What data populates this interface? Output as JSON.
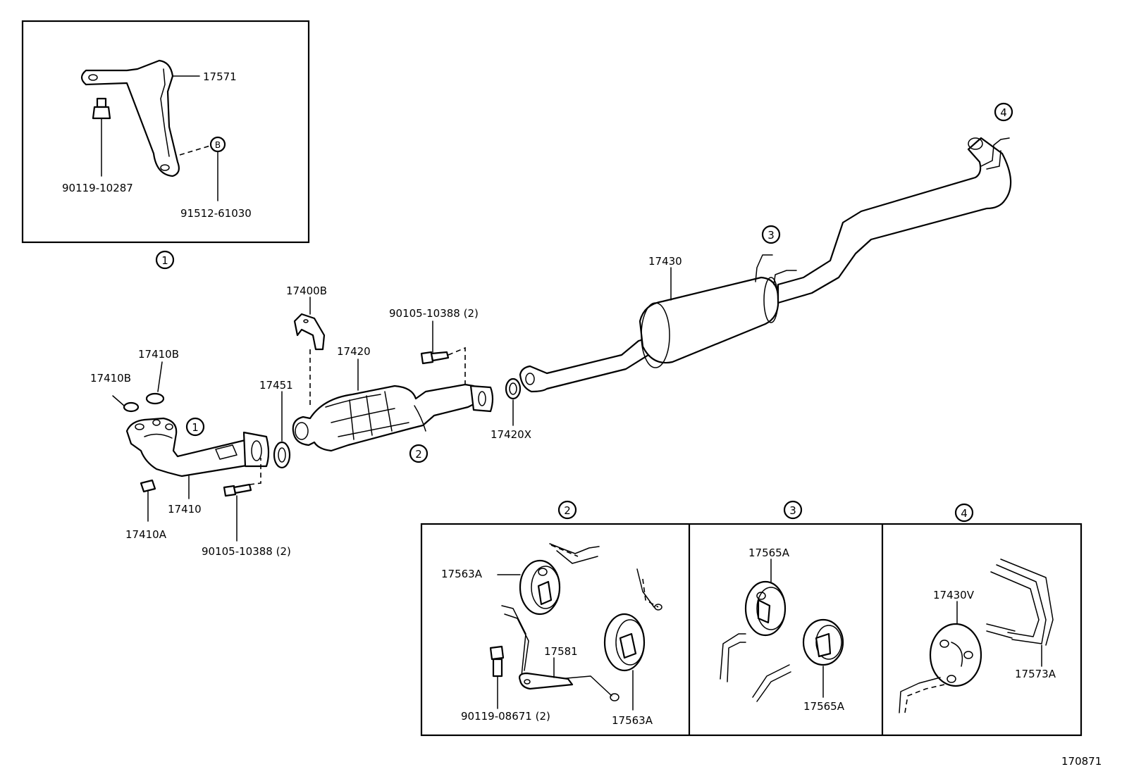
{
  "parts": {
    "p17571": "17571",
    "p90119_10287": "90119-10287",
    "p91512_61030": "91512-61030",
    "pB": "B",
    "p17400B": "17400B",
    "p17410B_a": "17410B",
    "p17410B_b": "17410B",
    "p17451": "17451",
    "p17420": "17420",
    "p90105_10388_top": "90105-10388 (2)",
    "p17430": "17430",
    "p17420X": "17420X",
    "p17410": "17410",
    "p17410A": "17410A",
    "p90105_10388_bot": "90105-10388 (2)",
    "p17563A_a": "17563A",
    "p17581": "17581",
    "p90119_08671": "90119-08671 (2)",
    "p17563A_b": "17563A",
    "p17565A_a": "17565A",
    "p17565A_b": "17565A",
    "p17430V": "17430V",
    "p17573A": "17573A"
  },
  "callouts": {
    "c1_box": "1",
    "c1_pipe": "1",
    "c2_main": "2",
    "c3_main": "3",
    "c4_main": "4",
    "c2_box": "2",
    "c3_box": "3",
    "c4_box": "4"
  },
  "diagram_id": "170871"
}
